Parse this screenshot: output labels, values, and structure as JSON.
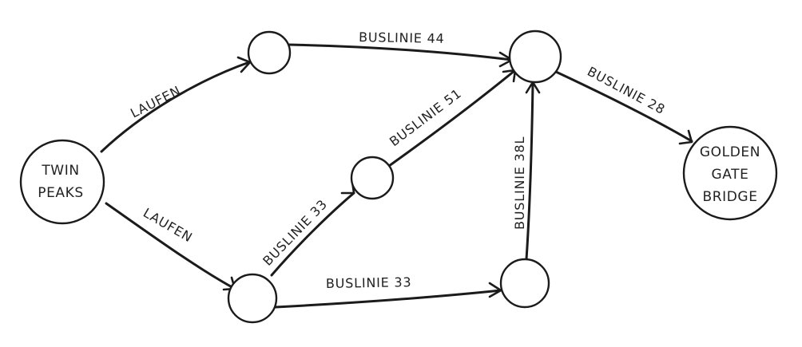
{
  "diagram": {
    "nodes": {
      "twin_peaks": {
        "lines": [
          "TWIN",
          "PEAKS"
        ]
      },
      "walk_upper": {
        "lines": []
      },
      "walk_lower": {
        "lines": []
      },
      "bus51_stop": {
        "lines": []
      },
      "bus33_stop": {
        "lines": []
      },
      "hub": {
        "lines": []
      },
      "golden_gate": {
        "lines": [
          "GOLDEN",
          "GATE",
          "BRIDGE"
        ]
      }
    },
    "edges": {
      "laufen_upper": {
        "label": "LAUFEN",
        "from": "twin_peaks",
        "to": "walk_upper"
      },
      "laufen_lower": {
        "label": "LAUFEN",
        "from": "twin_peaks",
        "to": "walk_lower"
      },
      "bus44": {
        "label": "BUSLINIE 44",
        "from": "walk_upper",
        "to": "hub"
      },
      "bus33_diag": {
        "label": "BUSLINIE 33",
        "from": "walk_lower",
        "to": "bus51_stop"
      },
      "bus51": {
        "label": "BUSLINIE 51",
        "from": "bus51_stop",
        "to": "hub"
      },
      "bus33_horiz": {
        "label": "BUSLINIE 33",
        "from": "walk_lower",
        "to": "bus33_stop"
      },
      "bus38l": {
        "label": "BUSLINIE 38L",
        "from": "bus33_stop",
        "to": "hub"
      },
      "bus28": {
        "label": "BUSLINIE 28",
        "from": "hub",
        "to": "golden_gate"
      }
    },
    "colors": {
      "ink": "#1b1b1b",
      "background": "#ffffff"
    }
  }
}
